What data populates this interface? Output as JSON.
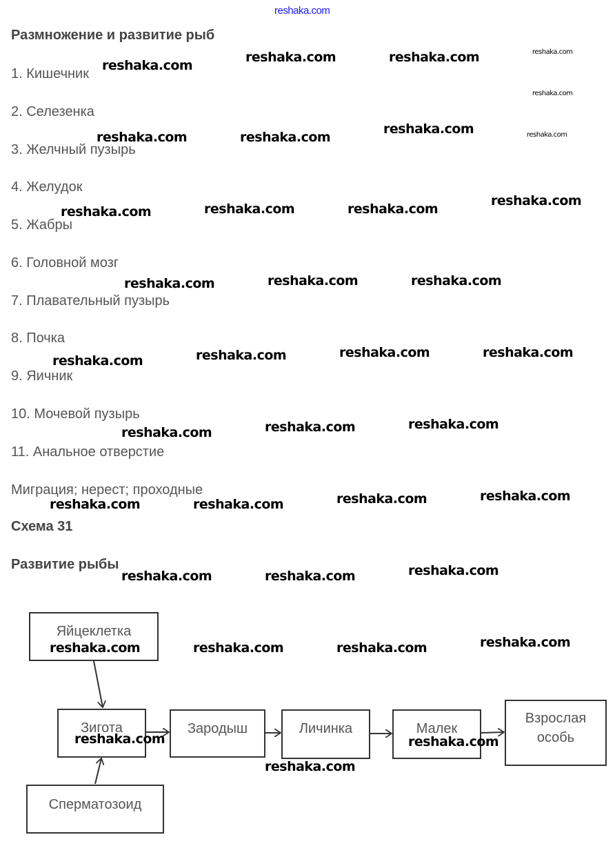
{
  "watermark": "reshaka.com",
  "title": "Размножение и развитие рыб",
  "items": [
    "1. Кишечник",
    "2. Селезенка",
    "3. Желчный пузырь",
    "4. Желудок",
    "5. Жабры",
    "6. Головной мозг",
    "7. Плавательный пузырь",
    "8. Почка",
    "9. Яичник",
    "10. Мочевой пузырь",
    "11. Анальное отверстие"
  ],
  "migration": "Миграция; нерест; проходные",
  "scheme_label": "Схема 31",
  "scheme_title": "Развитие рыбы",
  "diagram": {
    "egg": "Яйцеклетка",
    "zygote": "Зигота",
    "embryo": "Зародыш",
    "larva": "Личинка",
    "fry": "Малек",
    "adult": "Взрослая особь",
    "sperm": "Сперматозоид"
  }
}
